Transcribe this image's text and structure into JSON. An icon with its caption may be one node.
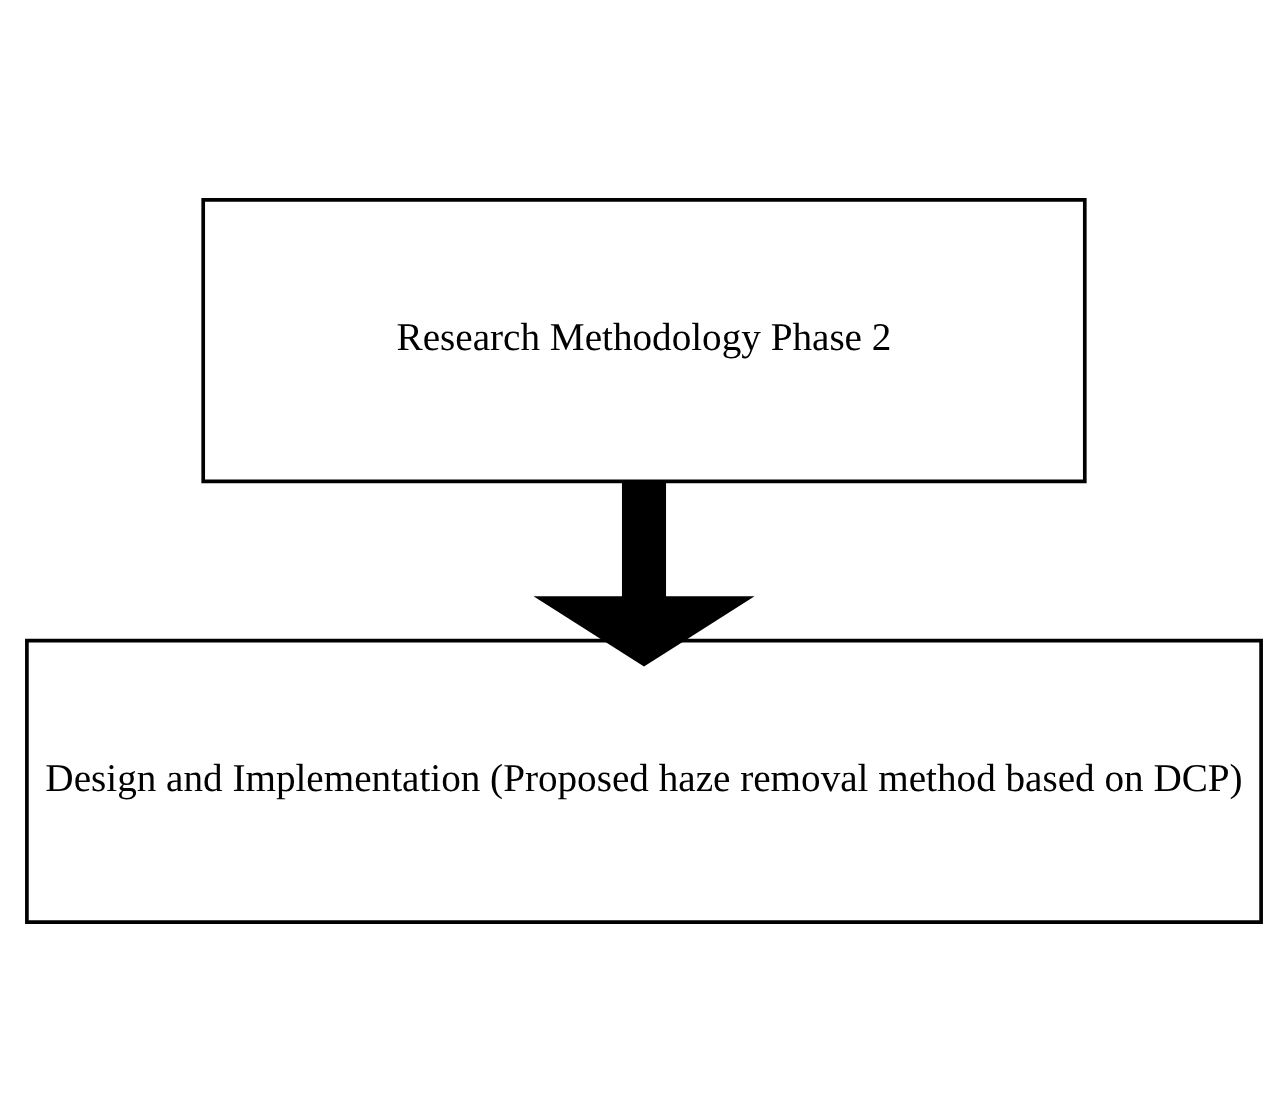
{
  "diagram": {
    "nodes": [
      {
        "text": [
          "Research Methodology Phase 2"
        ]
      },
      {
        "text": [
          "Design and Implementation (Proposed haze removal method based on DCP)"
        ]
      }
    ],
    "edges": [
      {
        "from": 0,
        "to": 1,
        "arrow": "to"
      }
    ]
  }
}
